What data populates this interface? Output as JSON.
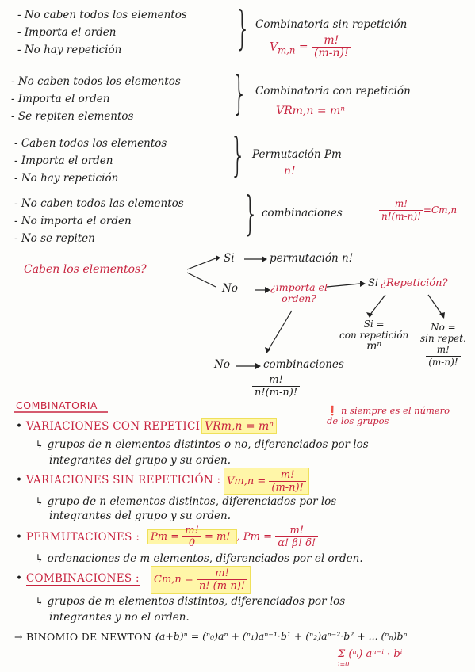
{
  "groups": [
    {
      "items": [
        "- No caben todos los elementos",
        "- Importa el orden",
        "- No hay repetición"
      ],
      "name": "Combinatoria sin repetición",
      "formula_lhs": "V",
      "formula_sub": "m,n",
      "formula_num": "m!",
      "formula_den": "(m-n)!"
    },
    {
      "items": [
        "- No caben todos los elementos",
        "- Importa el orden",
        "- Se repiten elementos"
      ],
      "name": "Combinatoria con repetición",
      "formula": "VRm,n = mⁿ"
    },
    {
      "items": [
        "- Caben todos los elementos",
        "- Importa el orden",
        "- No hay repetición"
      ],
      "name": "Permutación Pm",
      "formula": "n!"
    },
    {
      "items": [
        "- No caben todos las elementos",
        "- No importa el orden",
        "- No se repiten"
      ],
      "name": "combinaciones",
      "formula_num": "m!",
      "formula_den": "n!(m-n)!",
      "formula_tail": "=Cm,n"
    }
  ],
  "flow": {
    "question1": "Caben los elementos?",
    "yes1": "Si",
    "yes1_result": "permutación n!",
    "no1": "No",
    "question2": "¿importa el orden?",
    "yes2": "Si",
    "question3": "¿Repetición?",
    "yes3": "Si =",
    "yes3_label": "con repetición",
    "yes3_formula": "mⁿ",
    "no3": "No =",
    "no3_label": "sin repet.",
    "no3_num": "m!",
    "no3_den": "(m-n)!",
    "no2": "No",
    "no2_result": "combinaciones",
    "no2_num": "m!",
    "no2_den": "n!(m-n)!"
  },
  "section": {
    "title": "COMBINATORIA",
    "note": "n siempre es el número de los grupos",
    "entries": [
      {
        "header": "VARIACIONES CON REPETICIÓN :",
        "formula": "VRm,n = mⁿ",
        "desc1": "↳ grupos de n elementos distintos o no, diferenciados por los",
        "desc2": "integrantes del grupo y su orden."
      },
      {
        "header": "VARIACIONES SIN REPETICIÓN :",
        "formula_lhs": "Vm,n =",
        "formula_num": "m!",
        "formula_den": "(m-n)!",
        "desc1": "↳ grupo de n elementos distintos, diferenciados por los",
        "desc2": "integrantes del grupo y su orden."
      },
      {
        "header": "PERMUTACIONES :",
        "formula_lhs": "Pm =",
        "formula_num": "m!",
        "formula_den": "0",
        "formula_tail": "= m!",
        "formula2_lhs": ", Pm =",
        "formula2_num": "m!",
        "formula2_den": "α! β! δ!",
        "desc1": "↳ ordenaciones de m elementos, diferenciados por el orden."
      },
      {
        "header": "COMBINACIONES :",
        "formula_lhs": "Cm,n =",
        "formula_num": "m!",
        "formula_den": "n! (m-n)!",
        "desc1": "↳ grupos de m elementos distintos, diferenciados por los",
        "desc2": "integrantes y no el orden."
      }
    ],
    "binomio_header": "→ BINOMIO DE NEWTON :",
    "binomio_formula": "(a+b)ⁿ = (ⁿ₀)aⁿ + (ⁿ₁)aⁿ⁻¹·b¹ + (ⁿ₂)aⁿ⁻²·b² + ... (ⁿₙ)bⁿ",
    "binomio_sum": "Σ (ⁿᵢ) aⁿ⁻ⁱ · bⁱ",
    "binomio_sum_limits": "i=0"
  }
}
